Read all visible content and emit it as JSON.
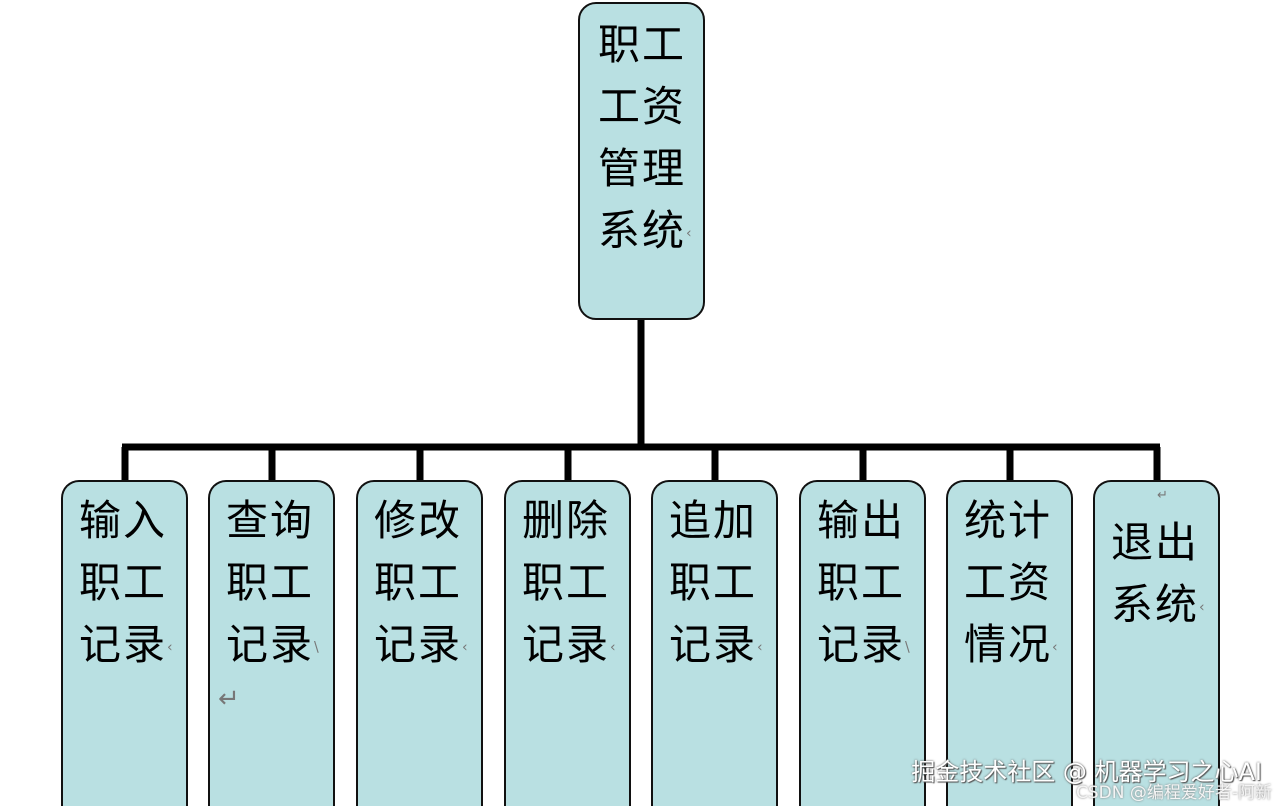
{
  "root": {
    "lines": [
      "职工",
      "工资",
      "管理",
      "系统"
    ]
  },
  "children": [
    {
      "lines": [
        "输入",
        "职工",
        "记录"
      ]
    },
    {
      "lines": [
        "查询",
        "职工",
        "记录"
      ]
    },
    {
      "lines": [
        "修改",
        "职工",
        "记录"
      ]
    },
    {
      "lines": [
        "删除",
        "职工",
        "记录"
      ]
    },
    {
      "lines": [
        "追加",
        "职工",
        "记录"
      ]
    },
    {
      "lines": [
        "输出",
        "职工",
        "记录"
      ]
    },
    {
      "lines": [
        "统计",
        "工资",
        "情况"
      ]
    },
    {
      "lines": [
        "退出",
        "系统"
      ]
    }
  ],
  "colors": {
    "box_fill": "#b9e0e2",
    "line": "#000000"
  },
  "watermark": {
    "line1": "掘金技术社区 @ 机器学习之心AI",
    "line2": "CSDN @编程爱好者-阿新"
  }
}
